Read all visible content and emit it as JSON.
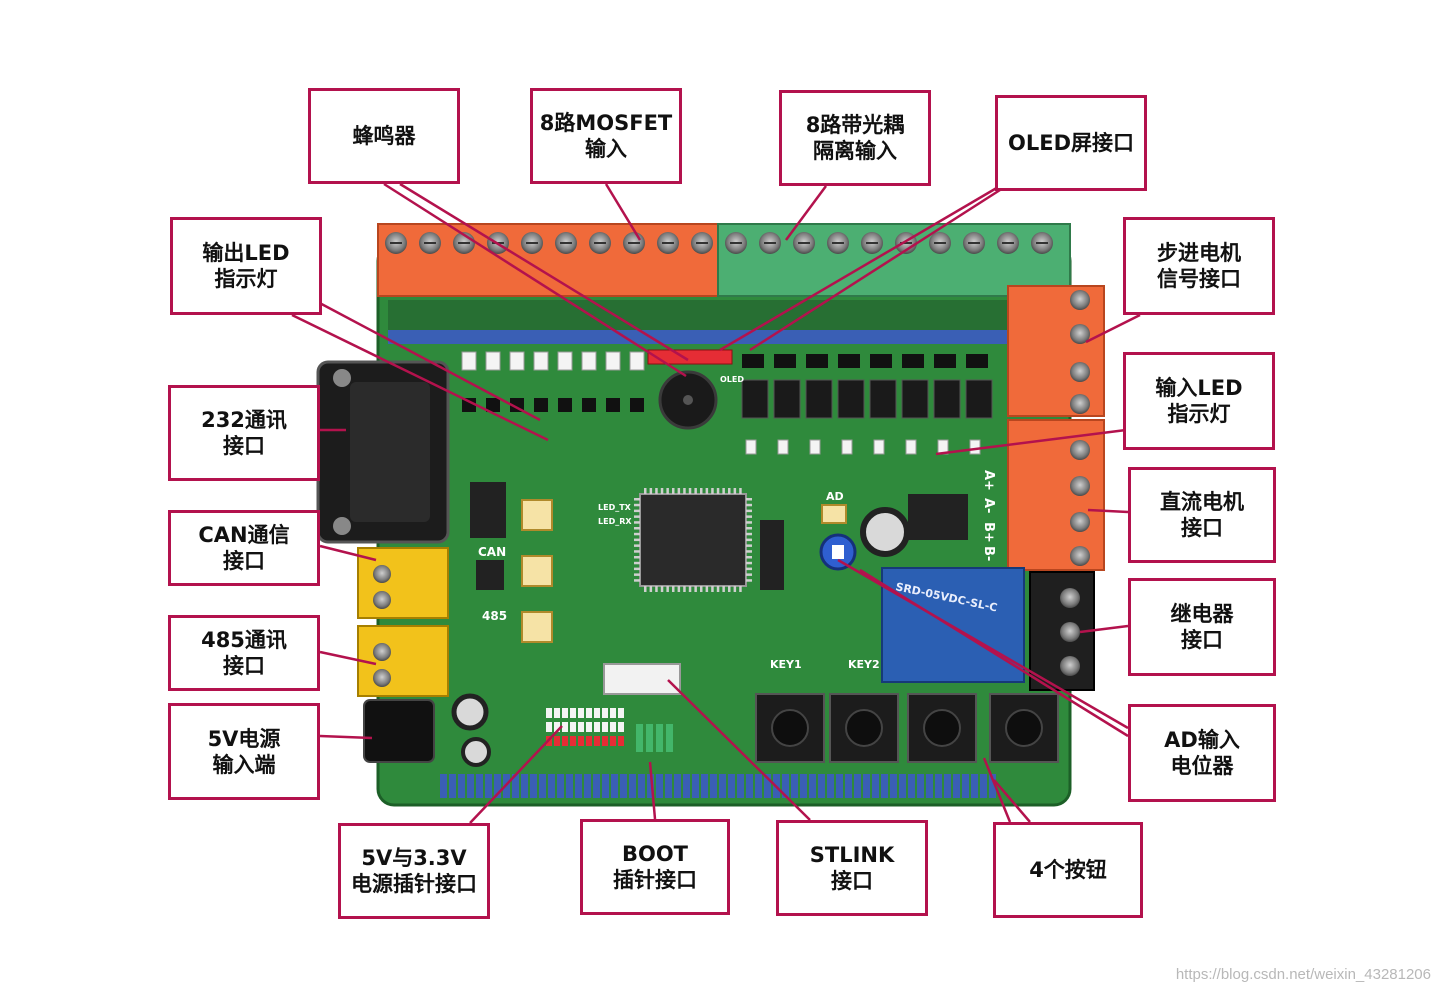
{
  "callouts": {
    "buzzer": [
      "蜂鸣器"
    ],
    "mosfet": [
      "8路MOSFET",
      "输入"
    ],
    "optocoupler": [
      "8路带光耦",
      "隔离输入"
    ],
    "oled": [
      "OLED屏接口"
    ],
    "output_led": [
      "输出LED",
      "指示灯"
    ],
    "stepper": [
      "步进电机",
      "信号接口"
    ],
    "rs232": [
      "232通讯",
      "接口"
    ],
    "input_led": [
      "输入LED",
      "指示灯"
    ],
    "can": [
      "CAN通信",
      "接口"
    ],
    "dc_motor": [
      "直流电机",
      "接口"
    ],
    "rs485": [
      "485通讯",
      "接口"
    ],
    "relay": [
      "继电器",
      "接口"
    ],
    "power_5v": [
      "5V电源",
      "输入端"
    ],
    "ad_input": [
      "AD输入",
      "电位器"
    ],
    "power_pins": [
      "5V与3.3V",
      "电源插针接口"
    ],
    "boot": [
      "BOOT",
      "插针接口"
    ],
    "stlink": [
      "STLINK",
      "接口"
    ],
    "buttons": [
      "4个按钮"
    ]
  },
  "board_labels": {
    "key1": "KEY1",
    "key2": "KEY2",
    "can_label": "CAN",
    "rs485_label": "485",
    "ad_label": "AD",
    "oled_label": "OLED",
    "relay_text": "SRD-05VDC-SL-C",
    "dc_a_plus": "A+",
    "dc_a_minus": "A-",
    "dc_b_plus": "B+",
    "dc_b_minus": "B-",
    "led_tx": "LED_TX",
    "led_rx": "LED_RX"
  },
  "watermark": "https://blog.csdn.net/weixin_43281206",
  "colors": {
    "callout_border": "#b3124d",
    "pcb": "#2f8a3c",
    "terminal_orange": "#f06a3a",
    "terminal_green": "#4caf72",
    "terminal_yellow": "#f2c21b",
    "leader": "#b3124d"
  }
}
